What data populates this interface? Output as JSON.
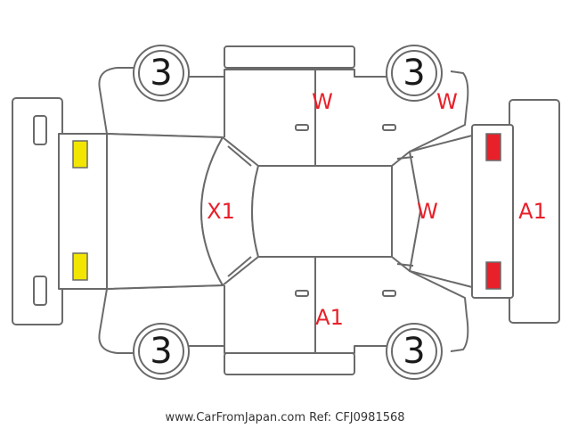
{
  "wheels": [
    "3",
    "3",
    "3",
    "3"
  ],
  "damage_marks": [
    "W",
    "W",
    "X1",
    "W",
    "A1",
    "A1"
  ],
  "lights": {
    "front": {
      "color": "#f2e600"
    },
    "rear": {
      "color": "#e8202a"
    }
  },
  "colors": {
    "mark": "#e8202a",
    "outline": "#6a6a6a"
  },
  "footer": "www.CarFromJapan.com Ref: CFJ0981568"
}
